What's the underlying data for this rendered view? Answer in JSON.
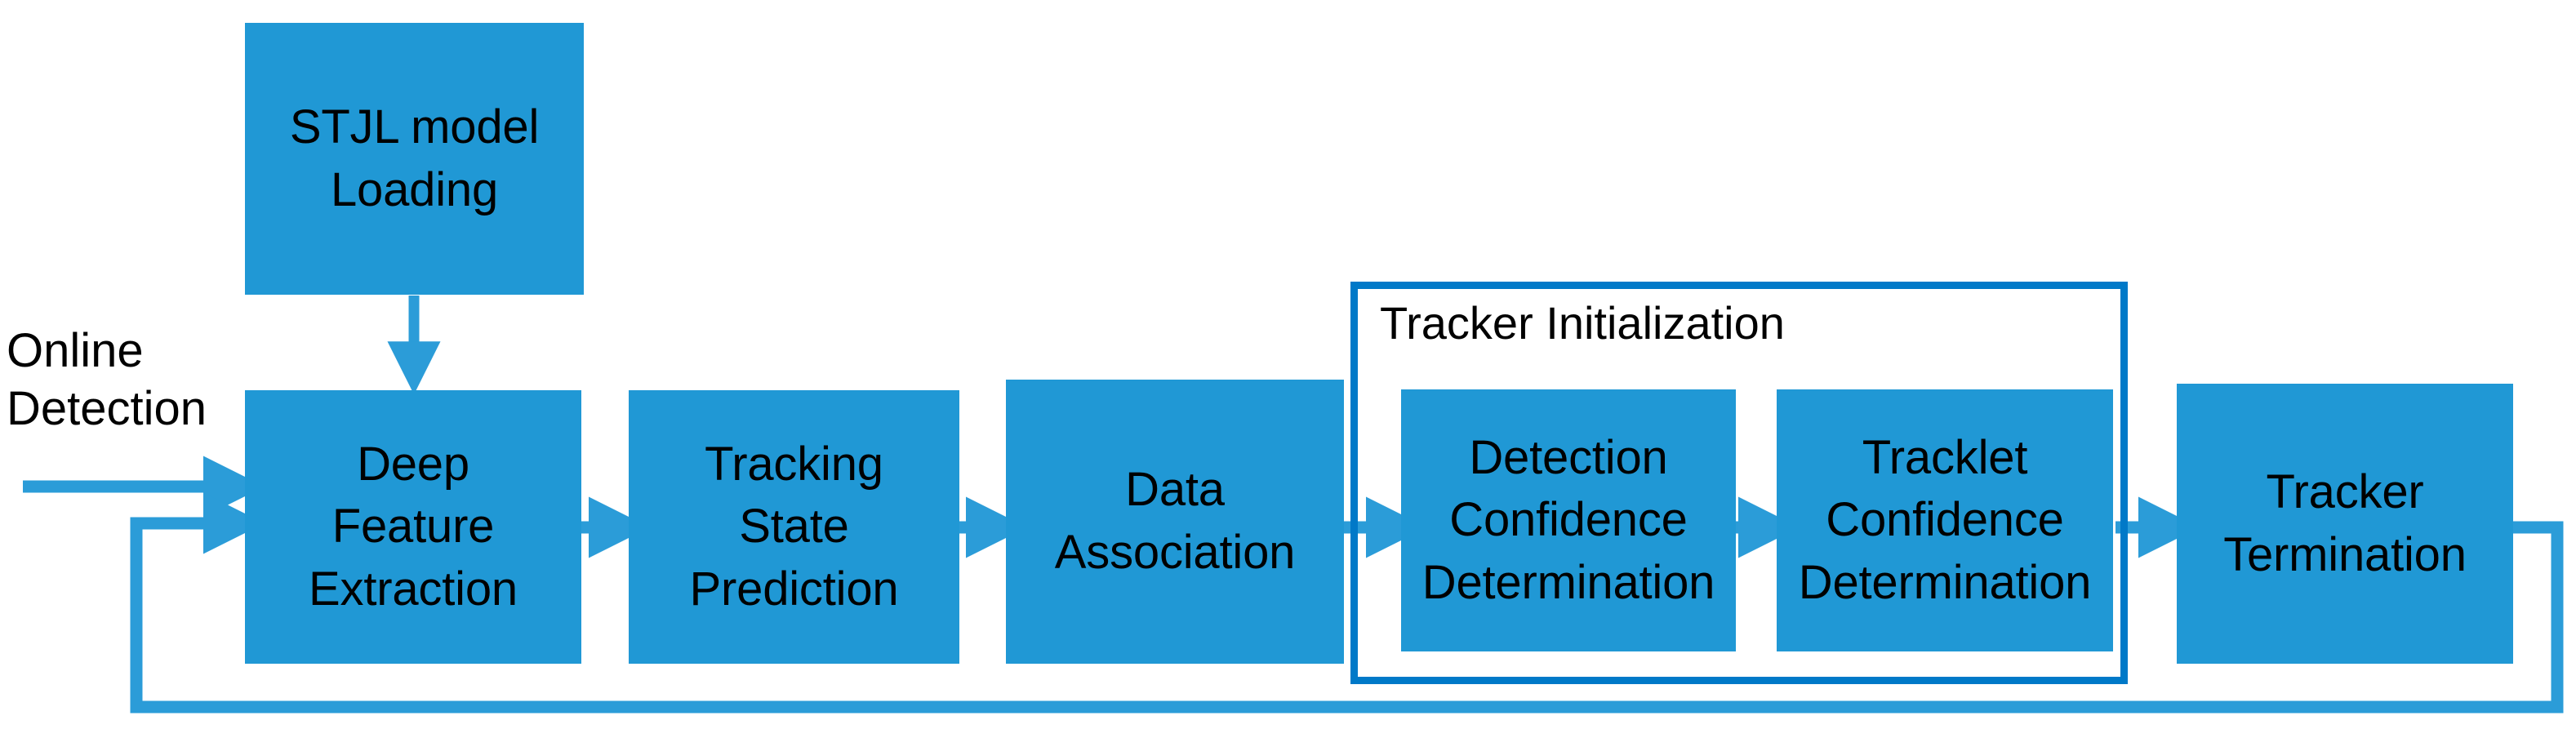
{
  "diagram": {
    "title_text_visible": false,
    "background": "#ffffff",
    "colors": {
      "node_fill": "#2098D5",
      "arrow": "#2B9CD8",
      "group_border": "#0079C8",
      "text": "#000000"
    },
    "input_label": {
      "name": "online-detection-input-label",
      "lines": [
        "Online",
        "Detection"
      ]
    },
    "group": {
      "name": "tracker-initialization-group",
      "label": "Tracker Initialization"
    },
    "nodes": [
      {
        "id": "stjl-model-loading",
        "lines": [
          "STJL model",
          "Loading"
        ]
      },
      {
        "id": "deep-feature-extraction",
        "lines": [
          "Deep",
          "Feature",
          "Extraction"
        ]
      },
      {
        "id": "tracking-state-prediction",
        "lines": [
          "Tracking",
          "State",
          "Prediction"
        ]
      },
      {
        "id": "data-association",
        "lines": [
          "Data",
          "Association"
        ]
      },
      {
        "id": "detection-confidence-determination",
        "lines": [
          "Detection",
          "Confidence",
          "Determination"
        ]
      },
      {
        "id": "tracklet-confidence-determination",
        "lines": [
          "Tracklet",
          "Confidence",
          "Determination"
        ]
      },
      {
        "id": "tracker-termination",
        "lines": [
          "Tracker",
          "Termination"
        ]
      }
    ],
    "edges": [
      {
        "id": "edge-stjl-to-deep-feature",
        "from": "stjl-model-loading",
        "to": "deep-feature-extraction",
        "kind": "vertical-arrow"
      },
      {
        "id": "edge-online-detection-to-deep-feature",
        "from": "online-detection-input-label",
        "to": "deep-feature-extraction",
        "kind": "horizontal-arrow"
      },
      {
        "id": "edge-deep-feature-to-tracking-state",
        "from": "deep-feature-extraction",
        "to": "tracking-state-prediction",
        "kind": "horizontal-arrow"
      },
      {
        "id": "edge-tracking-state-to-data-association",
        "from": "tracking-state-prediction",
        "to": "data-association",
        "kind": "horizontal-arrow"
      },
      {
        "id": "edge-data-association-to-detection-confidence",
        "from": "data-association",
        "to": "detection-confidence-determination",
        "kind": "horizontal-arrow"
      },
      {
        "id": "edge-detection-to-tracklet-confidence",
        "from": "detection-confidence-determination",
        "to": "tracklet-confidence-determination",
        "kind": "horizontal-arrow"
      },
      {
        "id": "edge-tracklet-confidence-to-tracker-termination",
        "from": "tracklet-confidence-determination",
        "to": "tracker-termination",
        "kind": "horizontal-arrow"
      },
      {
        "id": "edge-feedback-loop",
        "from": "tracker-termination",
        "to": "deep-feature-extraction",
        "kind": "feedback-loop-arrow"
      }
    ]
  }
}
